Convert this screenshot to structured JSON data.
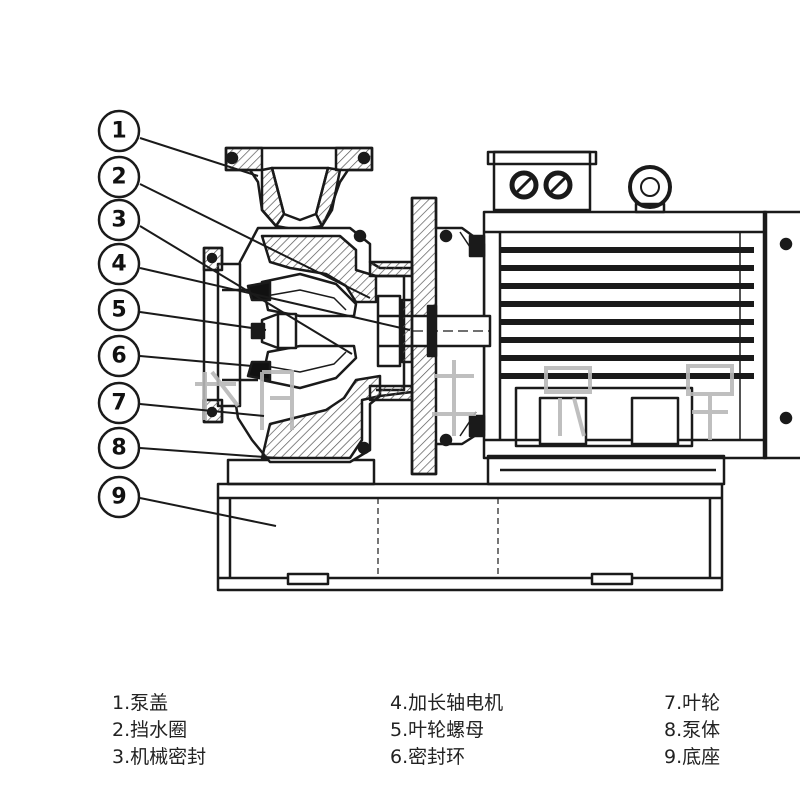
{
  "callouts": [
    "1",
    "2",
    "3",
    "4",
    "5",
    "6",
    "7",
    "8",
    "9"
  ],
  "legend": {
    "col1": [
      "1.泵盖",
      "2.挡水圈",
      "3.机械密封"
    ],
    "col2": [
      "4.加长轴电机",
      "5.叶轮螺母",
      "6.密封环"
    ],
    "col3": [
      "7.叶轮",
      "8.泵体",
      "9.底座"
    ]
  },
  "colors": {
    "line": "#1a1a1a",
    "hatch": "#444444",
    "callout_fill": "#ffffff",
    "watermark": "#b8b8b8"
  },
  "icons": [
    "pump-cross-section-drawing",
    "motor-drawing",
    "lifting-eye-icon",
    "terminal-box-icon"
  ]
}
